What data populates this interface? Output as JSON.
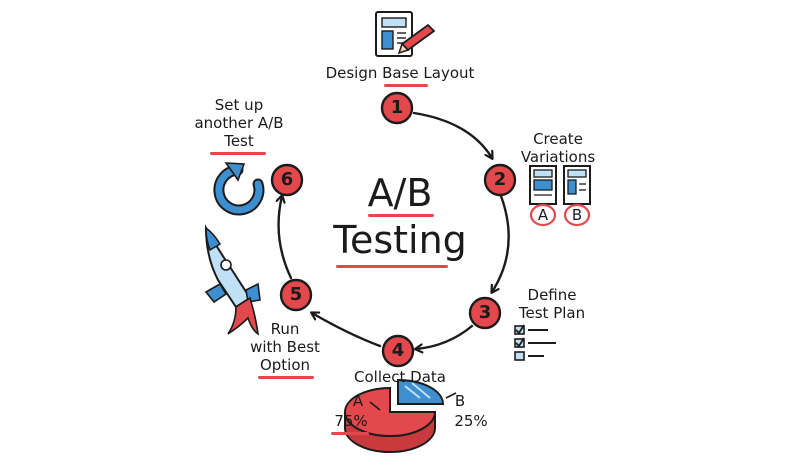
{
  "diagram": {
    "title_line1": "A/B",
    "title_line2": "Testing",
    "steps": [
      {
        "number": "1",
        "label": "Design Base Layout"
      },
      {
        "number": "2",
        "label_lines": [
          "Create",
          "Variations"
        ]
      },
      {
        "number": "3",
        "label_lines": [
          "Define",
          "Test Plan"
        ]
      },
      {
        "number": "4",
        "label": "Collect Data"
      },
      {
        "number": "5",
        "label_lines": [
          "Run",
          "with Best",
          "Option"
        ]
      },
      {
        "number": "6",
        "label_lines": [
          "Set up",
          "another A/B",
          "Test"
        ]
      }
    ],
    "variation_tags": [
      "A",
      "B"
    ],
    "pie": {
      "a_label": "A",
      "a_percent": "75%",
      "b_label": "B",
      "b_percent": "25%",
      "a_value": 75,
      "b_value": 25
    },
    "colors": {
      "accent": "#e2484c",
      "ink": "#1b1b1b",
      "blue": "#3d8fd0",
      "light_blue": "#bfe0f5"
    }
  }
}
